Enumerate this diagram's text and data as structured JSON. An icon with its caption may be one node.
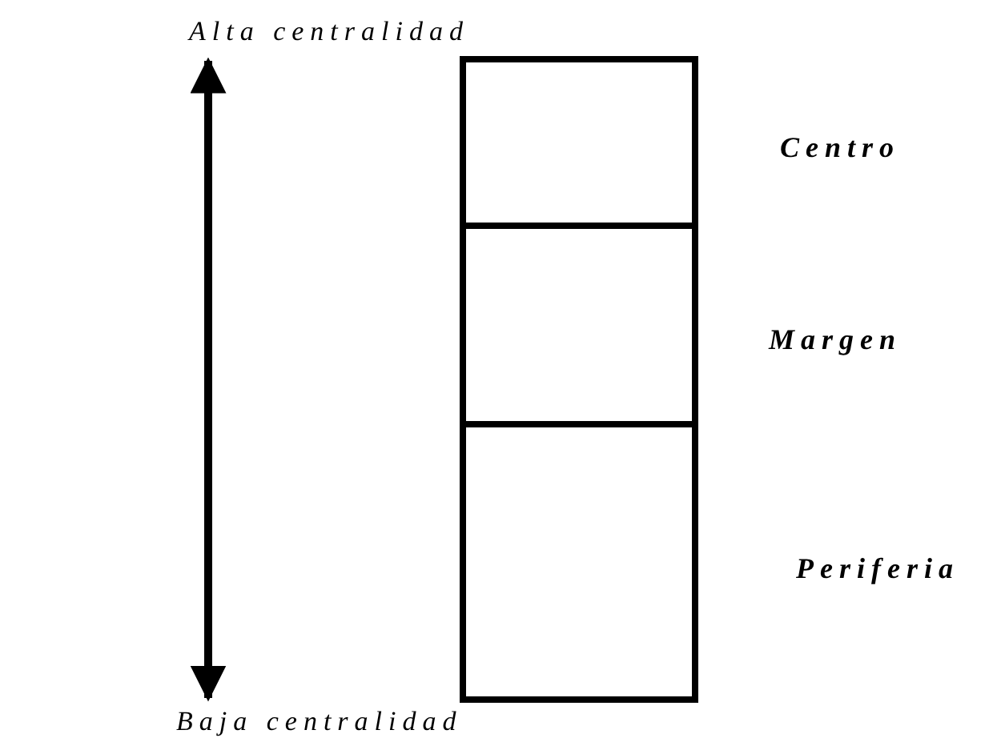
{
  "diagram": {
    "nodes": [
      {
        "text": [
          "Alta centralidad"
        ]
      },
      {
        "text": [],
        "shape": "box",
        "beside": [
          "Centro"
        ]
      },
      {
        "text": [],
        "shape": "box",
        "beside": [
          "Margen"
        ]
      },
      {
        "text": [],
        "shape": "box",
        "beside": [
          "Periferia"
        ]
      },
      {
        "text": [
          "Baja centralidad"
        ]
      }
    ],
    "edges": [
      {
        "from": 0,
        "to": 4,
        "arrow": "both"
      }
    ]
  }
}
